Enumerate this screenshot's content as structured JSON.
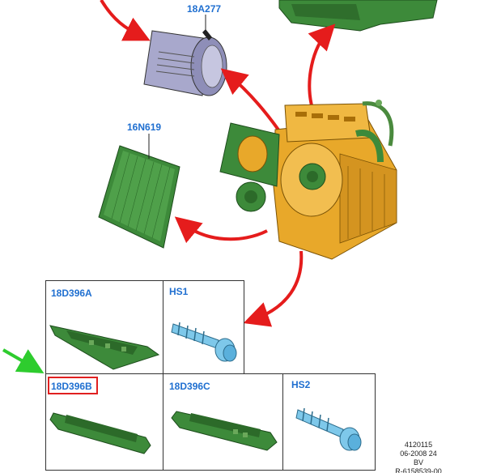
{
  "parts": {
    "blower_motor": "18A277",
    "cabin_filter": "16N619",
    "cover_a": "18D396A",
    "screw_1": "HS1",
    "cover_b": "18D396B",
    "cover_c": "18D396C",
    "screw_2": "HS2"
  },
  "selected_part": "18D396B",
  "footer": {
    "line1": "4120115",
    "line2": "06-2008 24",
    "line3": "BV",
    "line4": "R-6158539-00"
  },
  "colors": {
    "label": "#1f6fd0",
    "arrow": "#e51c1c",
    "pointer": "#2ecc2e",
    "heater_body": "#e8a82a",
    "green_part": "#3d8a3a",
    "screw": "#7ec8ea",
    "motor": "#a8a8cc",
    "highlight": "#e02020"
  }
}
